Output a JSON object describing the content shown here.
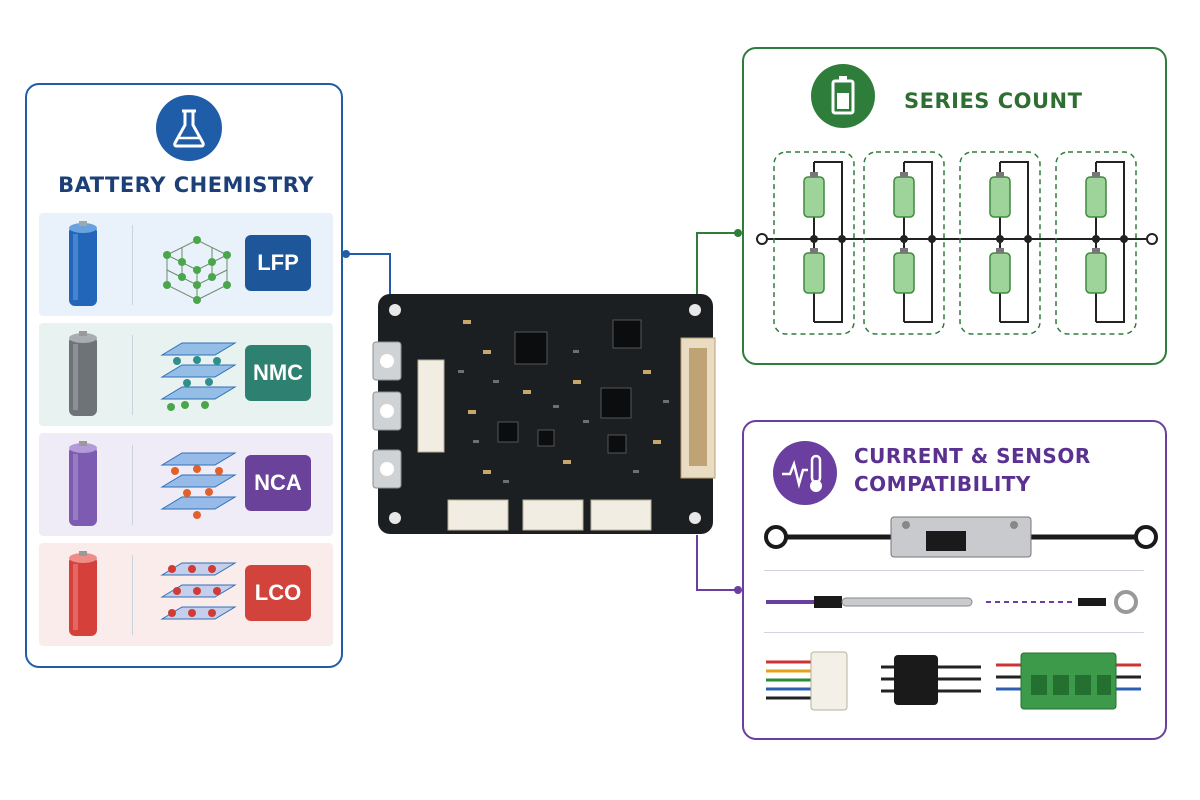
{
  "chemistry": {
    "title": "BATTERY CHEMISTRY",
    "items": [
      {
        "label": "LFP",
        "cell_color": "#2166b8",
        "badge_color": "#1d5699",
        "row_bg": "#e9f1fb",
        "atom_color": "#4aa64a"
      },
      {
        "label": "NMC",
        "cell_color": "#6e7378",
        "badge_color": "#2e8070",
        "row_bg": "#e8f3f1",
        "atom_color": "#2f8f8f"
      },
      {
        "label": "NCA",
        "cell_color": "#7d5bb0",
        "badge_color": "#6a4299",
        "row_bg": "#efebf7",
        "atom_color": "#e0622a"
      },
      {
        "label": "LCO",
        "cell_color": "#d5403a",
        "badge_color": "#d2433c",
        "row_bg": "#fbecec",
        "atom_color": "#d23b35"
      }
    ]
  },
  "series": {
    "title": "SERIES COUNT",
    "color": "#2e7d3a"
  },
  "sensor": {
    "title_line1": "CURRENT & SENSOR",
    "title_line2": "COMPATIBILITY",
    "color": "#6b3fa0"
  },
  "board": {
    "color": "#1c1f22"
  }
}
